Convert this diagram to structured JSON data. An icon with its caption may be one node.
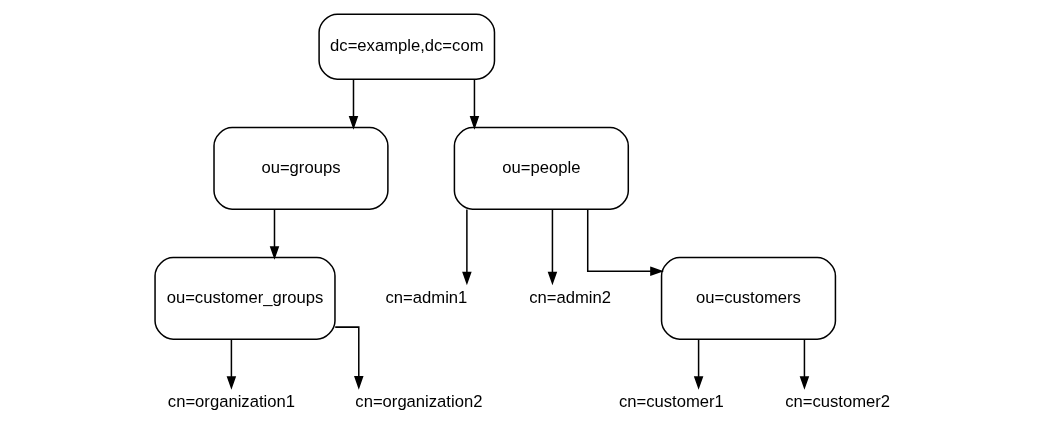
{
  "diagram": {
    "nodes": [
      {
        "text": [
          "dc=example,dc=com"
        ]
      },
      {
        "text": [
          "ou=groups"
        ]
      },
      {
        "text": [
          "ou=people"
        ]
      },
      {
        "text": [
          "ou=customer_groups"
        ]
      },
      {
        "text": [
          "cn=admin1"
        ]
      },
      {
        "text": [
          "cn=admin2"
        ]
      },
      {
        "text": [
          "ou=customers"
        ]
      },
      {
        "text": [
          "cn=organization1"
        ]
      },
      {
        "text": [
          "cn=organization2"
        ]
      },
      {
        "text": [
          "cn=customer1"
        ]
      },
      {
        "text": [
          "cn=customer2"
        ]
      }
    ],
    "edges": [
      {
        "from": 0,
        "to": 1,
        "arrow": "to"
      },
      {
        "from": 0,
        "to": 2,
        "arrow": "to"
      },
      {
        "from": 1,
        "to": 3,
        "arrow": "to"
      },
      {
        "from": 2,
        "to": 4,
        "arrow": "to"
      },
      {
        "from": 2,
        "to": 5,
        "arrow": "to"
      },
      {
        "from": 2,
        "to": 6,
        "arrow": "to"
      },
      {
        "from": 3,
        "to": 7,
        "arrow": "to"
      },
      {
        "from": 3,
        "to": 8,
        "arrow": "to"
      },
      {
        "from": 6,
        "to": 9,
        "arrow": "to"
      },
      {
        "from": 6,
        "to": 10,
        "arrow": "to"
      }
    ]
  }
}
